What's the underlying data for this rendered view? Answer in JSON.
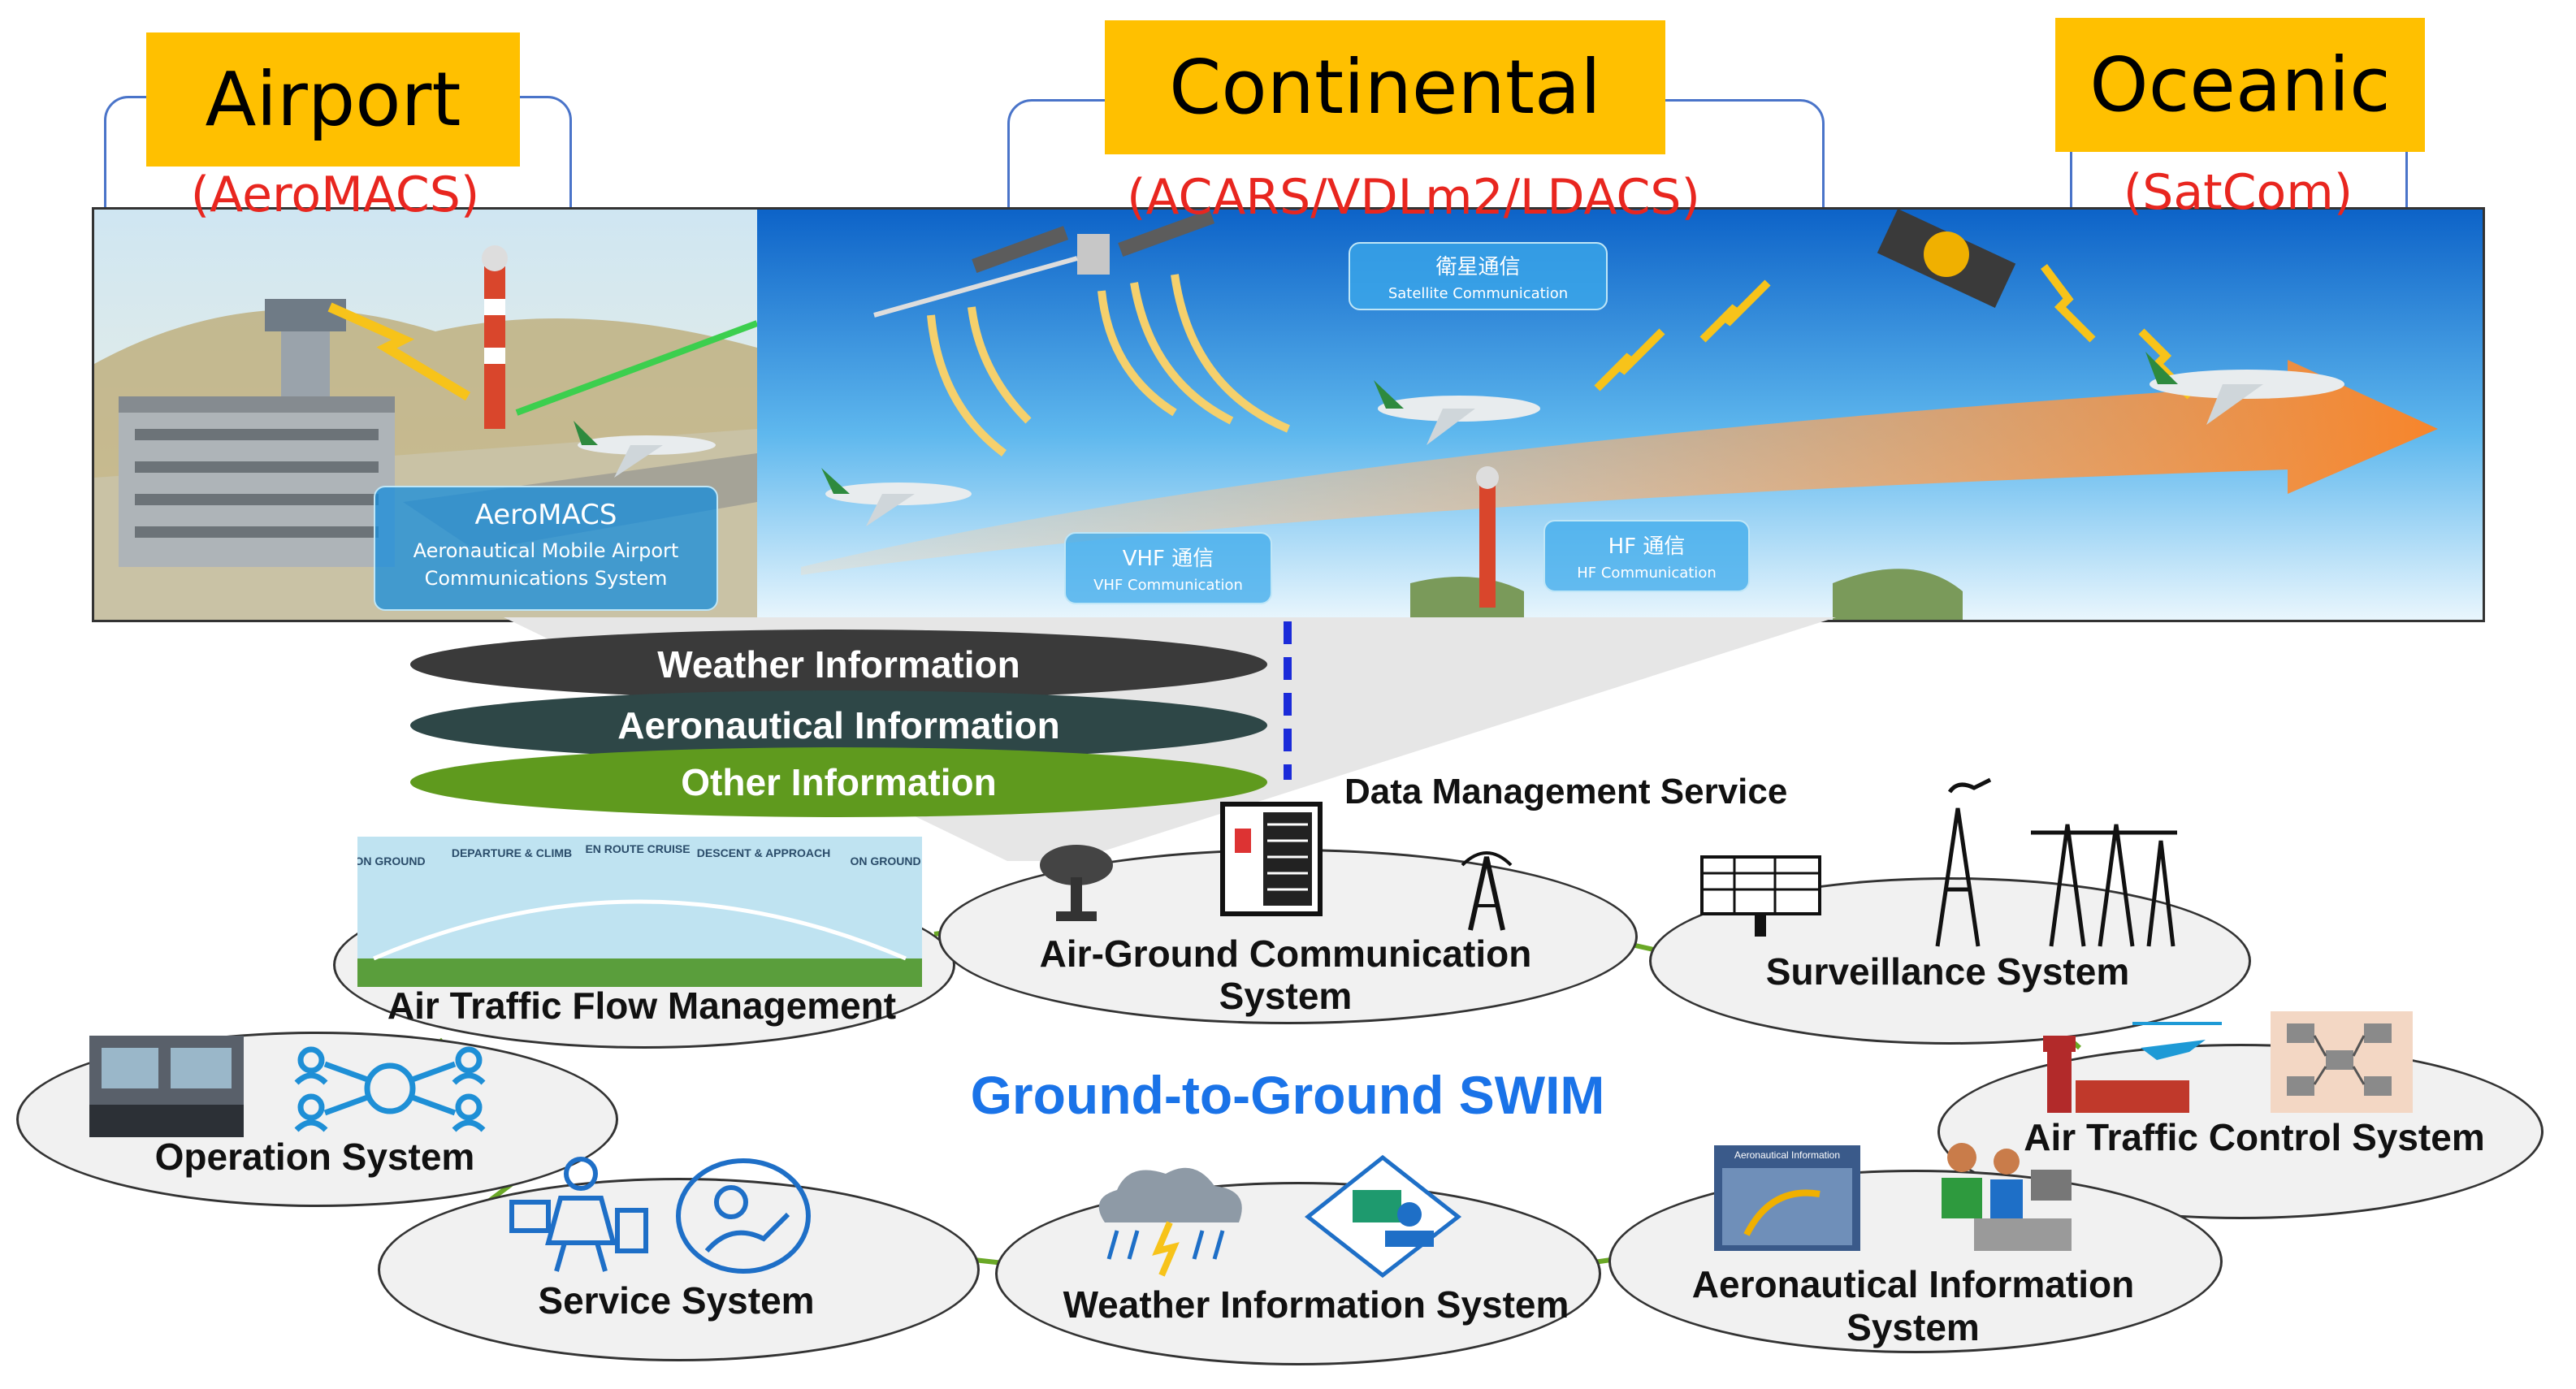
{
  "domains": {
    "airport": {
      "title": "Airport",
      "link": "(AeroMACS)"
    },
    "continental": {
      "title": "Continental",
      "link": "(ACARS/VDLm2/LDACS)"
    },
    "oceanic": {
      "title": "Oceanic",
      "link": "(SatCom)"
    }
  },
  "panel_labels": {
    "aeromacs_title": "AeroMACS",
    "aeromacs_sub1": "Aeronautical Mobile Airport",
    "aeromacs_sub2": "Communications System",
    "satellite_title": "衛星通信",
    "satellite_sub": "Satellite Communication",
    "vhf_title": "VHF 通信",
    "vhf_sub": "VHF Communication",
    "hf_title": "HF 通信",
    "hf_sub": "HF Communication"
  },
  "info_layers": [
    "Weather Information",
    "Aeronautical Information",
    "Other Information"
  ],
  "data_management": "Data Management Service",
  "swim_title": "Ground-to-Ground SWIM",
  "systems": {
    "atfm": "Air Traffic Flow Management",
    "agc_line1": "Air-Ground Communication",
    "agc_line2": "System",
    "surveillance": "Surveillance System",
    "operation": "Operation System",
    "atc": "Air Traffic Control System",
    "service": "Service System",
    "weather": "Weather Information System",
    "ais_line1": "Aeronautical Information",
    "ais_line2": "System"
  },
  "flight_phases": [
    "ON GROUND",
    "DEPARTURE & CLIMB",
    "EN ROUTE CRUISE",
    "DESCENT & APPROACH",
    "ON GROUND"
  ],
  "ais_thumb_label": "Aeronautical Information",
  "colors": {
    "tag": "#ffc000",
    "link_text": "#e8261f",
    "swim_title": "#1a73e8",
    "weather_pill": "#3a3a3a",
    "aero_pill": "#2e4747",
    "other_pill": "#5f9a1e",
    "connector": "#6aa826",
    "divider": "#1b2bd9"
  },
  "icons": [
    "control-tower-icon",
    "radio-mast-icon",
    "airplane-icon",
    "satellite-icon",
    "lightning-icon",
    "server-rack-icon",
    "satellite-dish-icon",
    "antenna-tower-icon",
    "radar-icon",
    "operator-icon",
    "network-users-icon",
    "storm-cloud-icon",
    "weather-station-icon"
  ]
}
